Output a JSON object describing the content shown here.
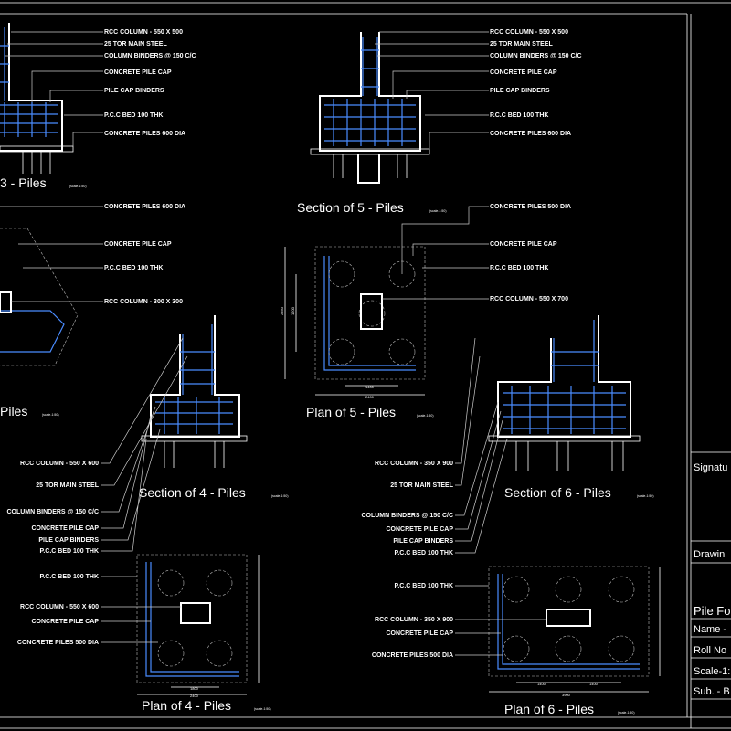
{
  "sec3": {
    "title": "3 - Piles",
    "scale": "(scale-1:50)",
    "labels": [
      "RCC COLUMN - 550 X 500",
      "25 TOR MAIN STEEL",
      "COLUMN BINDERS @ 150 C/C",
      "CONCRETE PILE CAP",
      "PILE CAP BINDERS",
      "P.C.C BED 100 THK",
      "CONCRETE PILES 600 DIA"
    ]
  },
  "plan3": {
    "title": "Piles",
    "scale": "(scale-1:50)",
    "labels": [
      "CONCRETE PILES 600 DIA",
      "CONCRETE PILE CAP",
      "P.C.C BED 100 THK",
      "RCC COLUMN - 300 X 300"
    ]
  },
  "sec5": {
    "title": "Section of 5 - Piles",
    "scale": "(scale-1:50)",
    "labels": [
      "RCC COLUMN - 550 X 500",
      "25 TOR MAIN STEEL",
      "COLUMN BINDERS @ 150 C/C",
      "CONCRETE PILE CAP",
      "PILE CAP BINDERS",
      "P.C.C BED 100 THK",
      "CONCRETE PILES 600 DIA"
    ]
  },
  "plan5": {
    "title": "Plan of 5 - Piles",
    "scale": "(scale-1:50)",
    "labels": [
      "CONCRETE PILES 500 DIA",
      "CONCRETE PILE CAP",
      "P.C.C BED 100 THK",
      "RCC COLUMN - 550 X 700"
    ],
    "dims": [
      "1400",
      "2400",
      "2350",
      "1200"
    ]
  },
  "sec4": {
    "title": "Section of 4 - Piles",
    "scale": "(scale-1:50)",
    "labels": [
      "RCC COLUMN - 550 X 600",
      "25 TOR MAIN STEEL",
      "COLUMN BINDERS @ 150 C/C",
      "CONCRETE PILE CAP",
      "PILE CAP BINDERS",
      "P.C.C BED 100 THK"
    ]
  },
  "sec6": {
    "title": "Section of 6 - Piles",
    "scale": "(scale-1:50)",
    "labels": [
      "RCC COLUMN - 350 X 900",
      "25 TOR MAIN STEEL",
      "COLUMN BINDERS @ 150 C/C",
      "CONCRETE PILE CAP",
      "PILE CAP BINDERS",
      "P.C.C BED 100 THK"
    ]
  },
  "plan4": {
    "title": "Plan of 4 - Piles",
    "scale": "(scale-1:50)",
    "labels": [
      "P.C.C BED 100 THK",
      "RCC COLUMN - 550 X 600",
      "CONCRETE PILE CAP",
      "CONCRETE PILES 500 DIA"
    ],
    "dims": [
      "1800",
      "2400"
    ]
  },
  "plan6": {
    "title": "Plan of 6 - Piles",
    "scale": "(scale-1:50)",
    "labels": [
      "P.C.C BED 100 THK",
      "RCC COLUMN - 350 X 900",
      "CONCRETE PILE CAP",
      "CONCRETE PILES 500 DIA"
    ],
    "dims": [
      "1400",
      "1400",
      "3900"
    ]
  },
  "title_block": {
    "signature": "Signatu",
    "drawing": "Drawin",
    "project": "Pile Fo",
    "name": "Name -",
    "roll": "Roll No",
    "scale": "Scale-1:",
    "subject": "Sub. - B"
  }
}
